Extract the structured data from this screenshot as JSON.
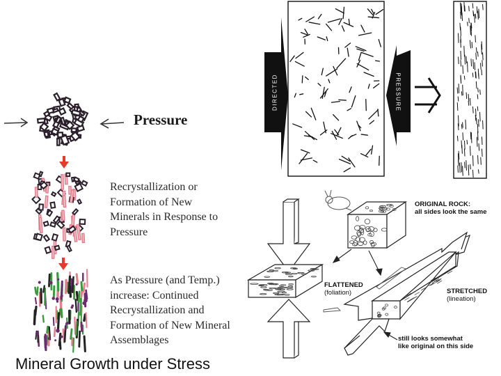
{
  "left_panel": {
    "pressure_label": "Pressure",
    "recrystallization_text": "Recrystallization or Formation of New Minerals in Response to Pressure",
    "assemblage_text": "As Pressure (and Temp.) increase: Continued Recrystallization and Formation of New Mineral Assemblages",
    "caption": "Mineral Growth under Stress"
  },
  "top_right": {
    "directed_label": "DIRECTED",
    "pressure_label": "PRESSURE"
  },
  "bottom_right": {
    "original_rock_title": "ORIGINAL ROCK:",
    "original_rock_sub": "all sides look the same",
    "flattened_title": "FLATTENED",
    "flattened_sub": "(foliation)",
    "stretched_title": "STRETCHED",
    "stretched_sub": "(lineation)",
    "still_text": "still  looks somewhat like original on this side"
  },
  "colors": {
    "arrow_red": "#e53b2c",
    "mineral_pink": "#e57f8f",
    "mineral_green": "#3a9a3e",
    "mineral_purple": "#6a2c6e",
    "ink": "#111111"
  }
}
